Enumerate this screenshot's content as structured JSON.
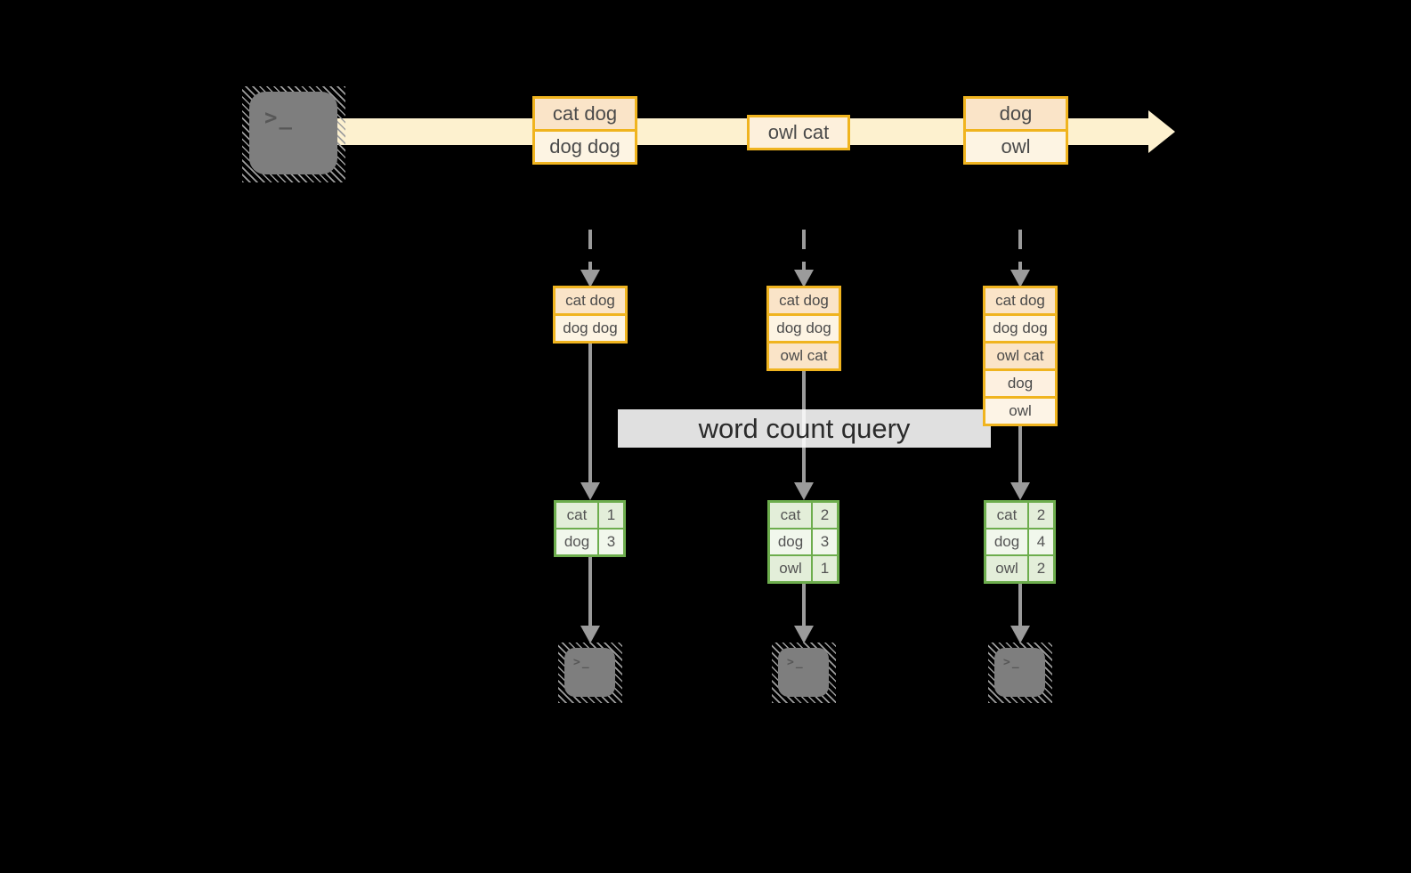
{
  "banner": {
    "label": "word count query"
  },
  "terminal_glyph": ">_",
  "stream_batches": [
    {
      "items": [
        "cat dog",
        "dog dog"
      ]
    },
    {
      "items": [
        "owl cat"
      ]
    },
    {
      "items": [
        "dog",
        "owl"
      ]
    }
  ],
  "stages": [
    {
      "buffer": [
        "cat dog",
        "dog dog"
      ],
      "counts": [
        {
          "word": "cat",
          "value": "1"
        },
        {
          "word": "dog",
          "value": "3"
        }
      ]
    },
    {
      "buffer": [
        "cat dog",
        "dog dog",
        "owl cat"
      ],
      "counts": [
        {
          "word": "cat",
          "value": "2"
        },
        {
          "word": "dog",
          "value": "3"
        },
        {
          "word": "owl",
          "value": "1"
        }
      ]
    },
    {
      "buffer": [
        "cat dog",
        "dog dog",
        "owl cat",
        "dog",
        "owl"
      ],
      "counts": [
        {
          "word": "cat",
          "value": "2"
        },
        {
          "word": "dog",
          "value": "4"
        },
        {
          "word": "owl",
          "value": "2"
        }
      ]
    }
  ],
  "colors": {
    "accent_orange": "#f0b41f",
    "fill_peach": "#fae4c8",
    "fill_cream": "#fdf4e3",
    "stream_band": "#fdf1cf",
    "green_border": "#6dad4d",
    "green_fill_dark": "#e3eed9",
    "green_fill_light": "#f1f7ec",
    "connector_gray": "#9b9b9b",
    "terminal_gray": "#7e7e7e"
  }
}
